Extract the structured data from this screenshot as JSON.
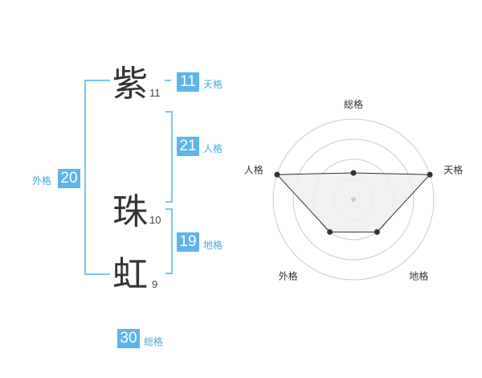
{
  "colors": {
    "accent": "#5fb4ea",
    "bracket": "#7cc4f0",
    "text": "#333333"
  },
  "name": {
    "chars": [
      {
        "char": "紫",
        "strokes": "11"
      },
      {
        "char": "珠",
        "strokes": "10"
      },
      {
        "char": "虹",
        "strokes": "9"
      }
    ]
  },
  "kakaku": {
    "tenkaku": {
      "value": "11",
      "label": "天格"
    },
    "jinkaku": {
      "value": "21",
      "label": "人格"
    },
    "chikaku": {
      "value": "19",
      "label": "地格"
    },
    "gaikaku": {
      "value": "20",
      "label": "外格"
    },
    "soukaku": {
      "value": "30",
      "label": "総格"
    }
  },
  "chart_data": {
    "type": "radar",
    "axes": [
      "総格",
      "天格",
      "地格",
      "外格",
      "人格"
    ],
    "values": [
      0.33,
      1.0,
      0.5,
      0.5,
      1.0
    ],
    "rings": 4,
    "fill": "#eeeeee",
    "line": "#333333"
  }
}
